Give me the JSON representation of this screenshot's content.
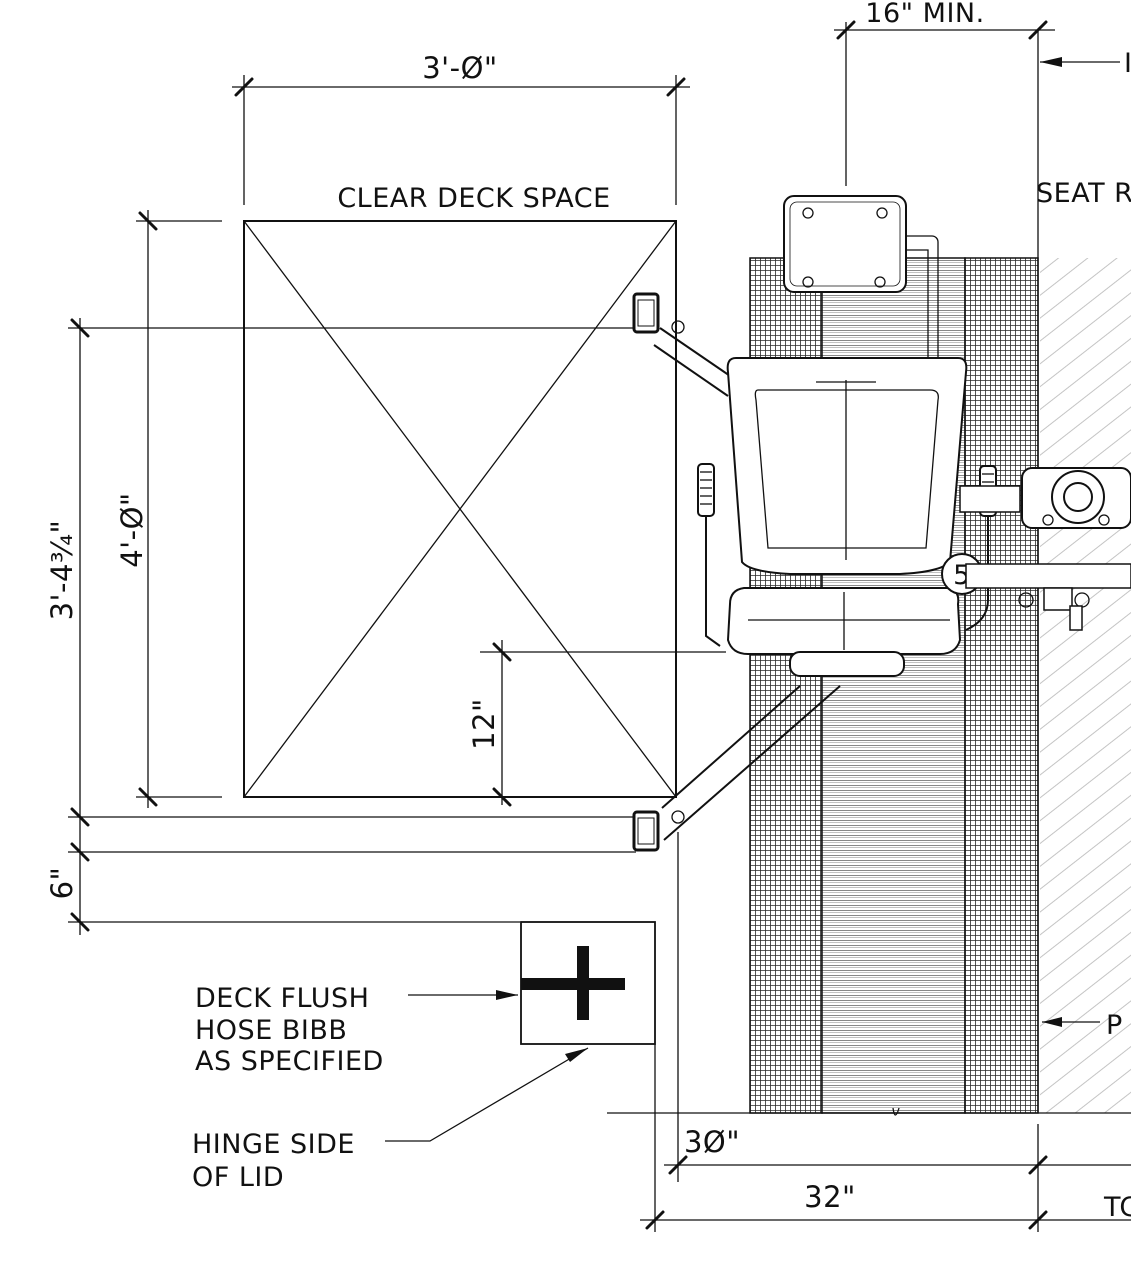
{
  "labels": {
    "clear_deck_space": "CLEAR DECK SPACE",
    "seat_ref": "SEAT R",
    "deck_flush_line1": "DECK FLUSH",
    "deck_flush_line2": "HOSE BIBB",
    "deck_flush_line3": "AS SPECIFIED",
    "hinge_line1": "HINGE SIDE",
    "hinge_line2": "OF LID",
    "cut_off_bottom_right": "TC",
    "cut_off_right": "P",
    "cut_off_top_right": "I",
    "seat_number": "5"
  },
  "dimensions": {
    "top_width": "3'-Ø\"",
    "min_clearance": "16\" MIN.",
    "deck_height": "4'-Ø\"",
    "overall_height": "3'-4³⁄₄\"",
    "twelve": "12\"",
    "six": "6\"",
    "thirty": "3Ø\"",
    "thirty_two": "32\""
  },
  "colors": {
    "line": "#111111",
    "background": "#ffffff",
    "hatch_dark": "#333333",
    "hatch_light": "#9a9a9a"
  }
}
